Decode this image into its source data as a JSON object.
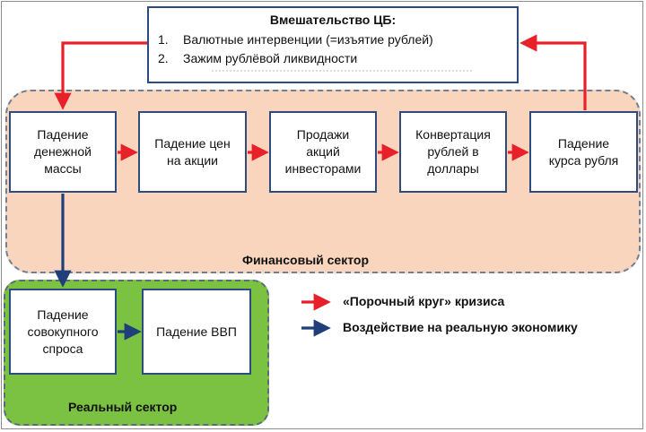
{
  "cb_box": {
    "title": "Вмешательство ЦБ:",
    "items": [
      {
        "num": "1.",
        "text": "Валютные интервенции (=изъятие рублей)"
      },
      {
        "num": "2.",
        "text": "Зажим рублёвой ликвидности"
      }
    ]
  },
  "boxes": {
    "money_supply": "Падение\nденежной\nмассы",
    "stock_prices": "Падение цен\nна акции",
    "investor_sales": "Продажи\nакций\nинвесторами",
    "conversion": "Конвертация\nрублей в\nдоллары",
    "ruble_rate": "Падение\nкурса рубля",
    "aggregate_demand": "Падение\nсовокупного\nспроса",
    "gdp": "Падение ВВП"
  },
  "regions": {
    "financial": "Финансовый сектор",
    "real": "Реальный сектор"
  },
  "legend": {
    "vicious_circle": "«Порочный круг» кризиса",
    "real_economy": "Воздействие на реальную экономику"
  },
  "colors": {
    "red_arrow": "#e8202a",
    "blue_arrow": "#1f3f7a",
    "financial_fill": "#fad5bd",
    "real_fill": "#7cc242",
    "box_border": "#2b4c7c"
  }
}
